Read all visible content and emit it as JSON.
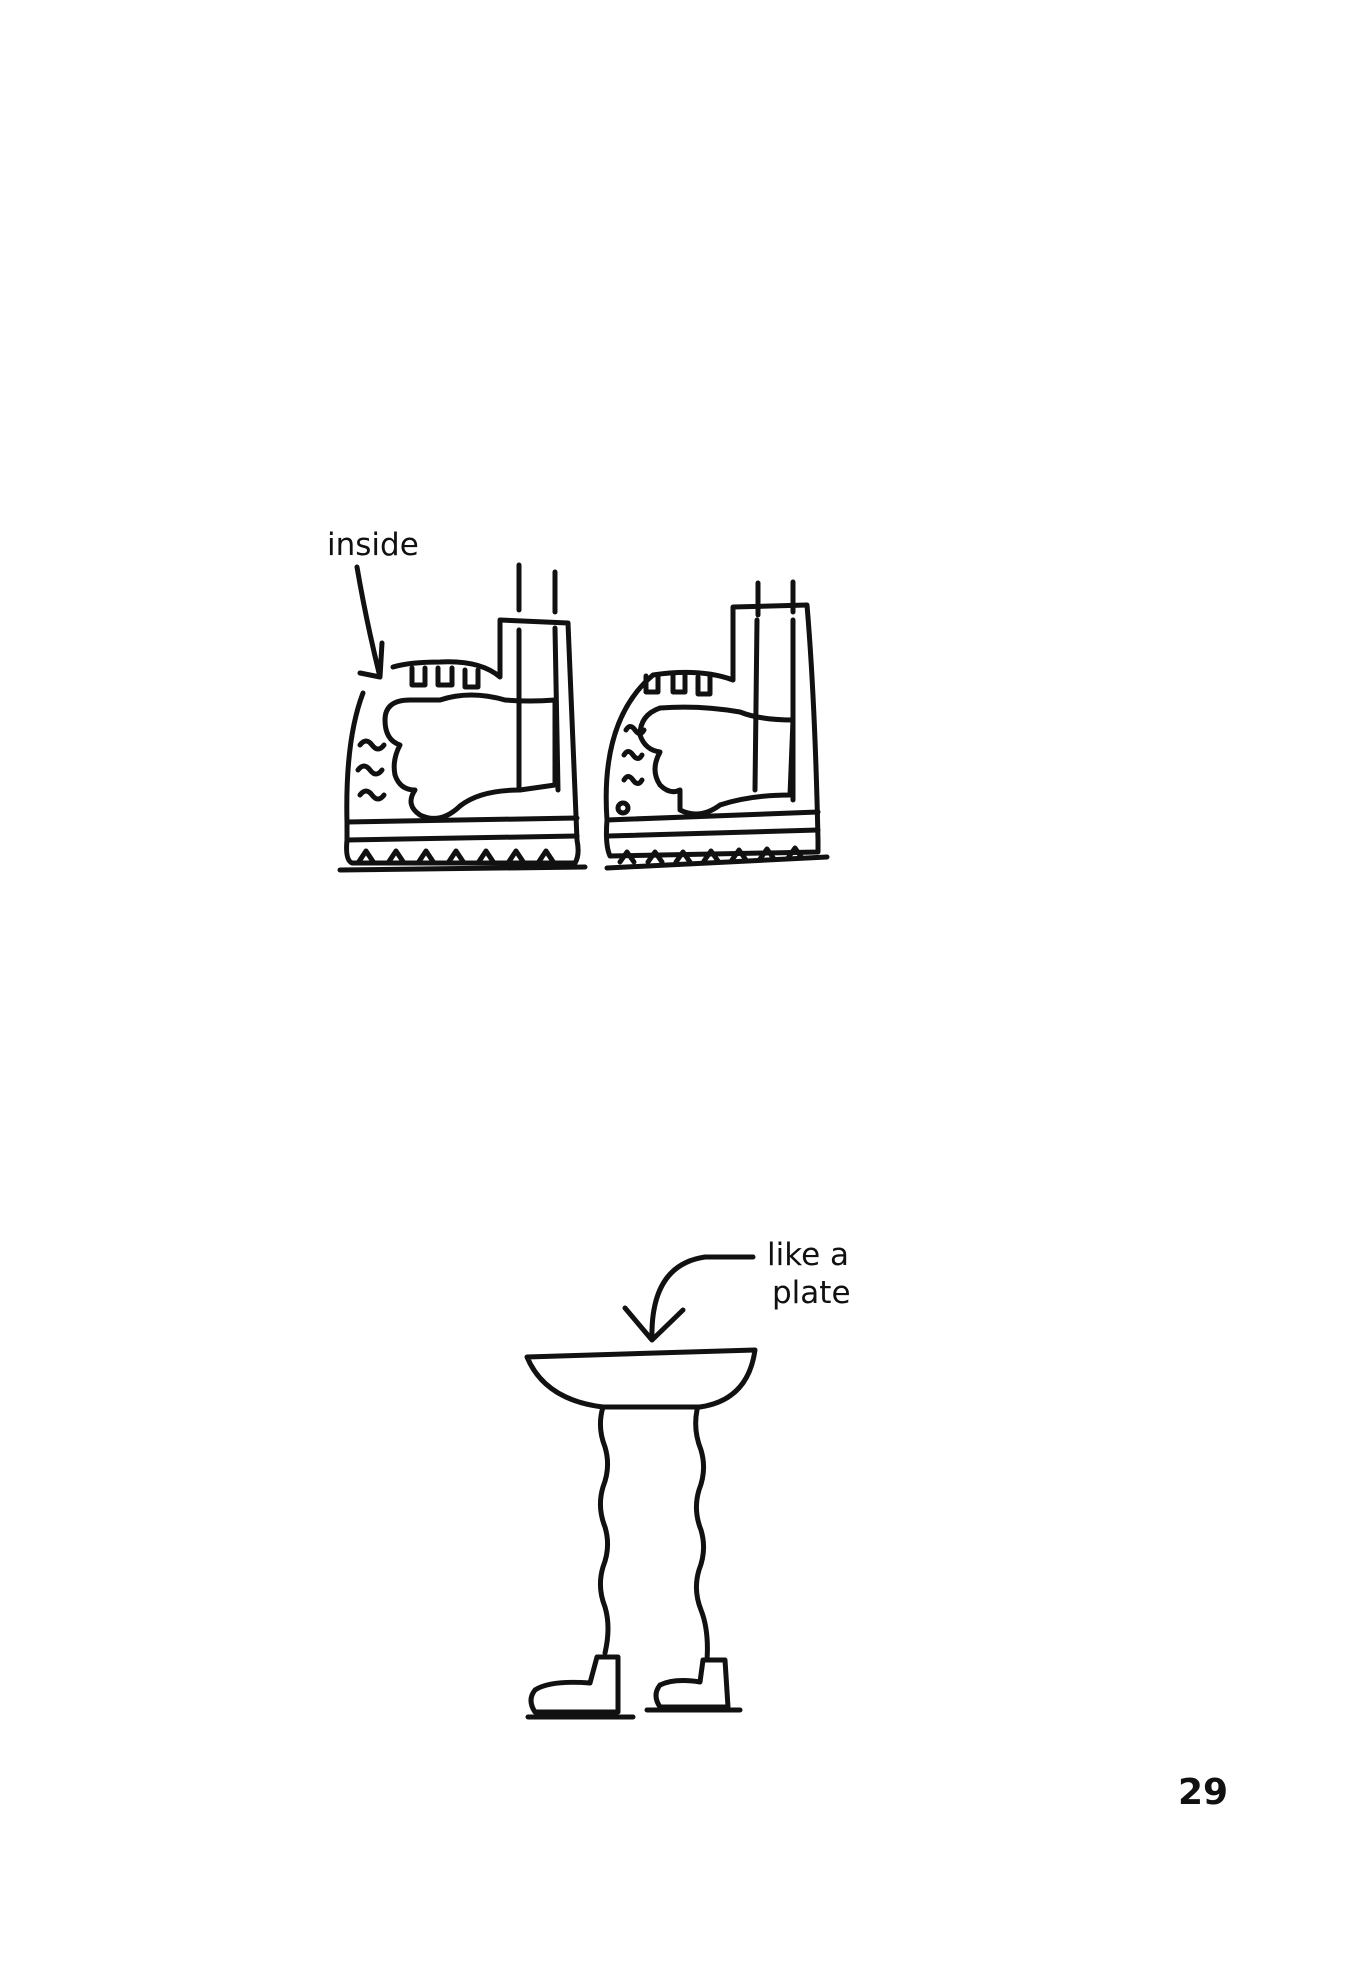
{
  "illustrations": {
    "boots": {
      "label": "inside"
    },
    "plate_figure": {
      "label_line1": "like a",
      "label_line2": "plate"
    }
  },
  "page_number": "29"
}
